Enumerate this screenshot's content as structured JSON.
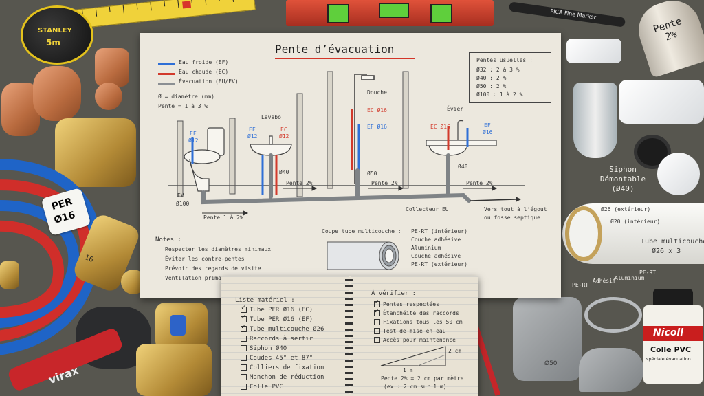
{
  "main_sheet": {
    "title": "Pente d’évacuation",
    "legend": [
      {
        "label": "Eau froide (EF)",
        "color": "#2f6fd6"
      },
      {
        "label": "Eau chaude (EC)",
        "color": "#d23a2c"
      },
      {
        "label": "Évacuation (EU/EV)",
        "color": "#8b8f93"
      }
    ],
    "legend_diameter": "Ø = diamètre (mm)",
    "legend_slope": "Pente = 1 à 3 %",
    "usual_slopes_title": "Pentes usuelles :",
    "usual_slopes": [
      "Ø32 : 2 à 3 %",
      "Ø40 : 2 %",
      "Ø50 : 2 %",
      "Ø100 : 1 à 2 %"
    ],
    "fixtures": {
      "lavabo": "Lavabo",
      "douche": "Douche",
      "evier": "Évier"
    },
    "labels": {
      "wc_ef": "EF",
      "wc_ef_d": "Ø12",
      "lav_ef": "EF",
      "lav_ef_d": "Ø12",
      "lav_ec": "EC",
      "lav_ec_d": "Ø12",
      "lav_drain": "Ø40",
      "dou_ec": "EC Ø16",
      "dou_ef": "EF Ø16",
      "dou_drain": "Ø50",
      "evi_ec": "EC Ø16",
      "evi_ef": "EF",
      "evi_ef_d": "Ø16",
      "evi_drain": "Ø40",
      "ev": "EV",
      "ev_d": "Ø100",
      "slope1": "Pente 1 à 2%",
      "slope2": "Pente 2%",
      "slope3": "Pente 2%",
      "slope4": "Pente 2%",
      "collector": "Collecteur EU",
      "sewer_1": "Vers tout à l’égout",
      "sewer_2": "ou fosse septique"
    },
    "notes_title": "Notes :",
    "notes": [
      "Respecter les diamètres minimaux",
      "Éviter les contre-pentes",
      "Prévoir des regards de visite",
      "Ventilation primaire si nécessaire"
    ],
    "section_title": "Coupe tube multicouche :",
    "section_layers": [
      "PE-RT (intérieur)",
      "Couche adhésive",
      "Aluminium",
      "Couche adhésive",
      "PE-RT (extérieur)"
    ]
  },
  "notebook": {
    "left_title": "Liste matériel :",
    "materials": [
      {
        "label": "Tube PER Ø16 (EC)",
        "checked": true
      },
      {
        "label": "Tube PER Ø16 (EF)",
        "checked": true
      },
      {
        "label": "Tube multicouche Ø26",
        "checked": true
      },
      {
        "label": "Raccords à sertir",
        "checked": false
      },
      {
        "label": "Siphon Ø40",
        "checked": false
      },
      {
        "label": "Coudes 45° et 87°",
        "checked": false
      },
      {
        "label": "Colliers de fixation",
        "checked": false
      },
      {
        "label": "Manchon de réduction",
        "checked": false
      },
      {
        "label": "Colle PVC",
        "checked": false
      }
    ],
    "right_title": "À vérifier :",
    "checks": [
      {
        "label": "Pentes respectées",
        "checked": true
      },
      {
        "label": "Étanchéité des raccords",
        "checked": true
      },
      {
        "label": "Fixations tous les 50 cm",
        "checked": false
      },
      {
        "label": "Test de mise en eau",
        "checked": false
      },
      {
        "label": "Accès pour maintenance",
        "checked": false
      }
    ],
    "triangle_label": "2 cm",
    "triangle_base": "1 m",
    "slope_formula": "Pente 2% = 2 cm par mètre",
    "slope_example": "(ex : 2 cm sur 1 m)"
  },
  "props": {
    "tape_brand": "STANLEY",
    "tape_size": "5m",
    "marker": "PICA Fine Marker",
    "can_label": "Pente 2%",
    "per_tag_1": "PER",
    "per_tag_2": "Ø16",
    "fitting_16": "16",
    "siphon_1": "Siphon",
    "siphon_2": "Démontable",
    "siphon_3": "(Ø40)",
    "multi_ext": "Ø26 (extérieur)",
    "multi_int": "Ø20 (intérieur)",
    "multi_title_1": "Tube multicouche",
    "multi_title_2": "Ø26 x 3",
    "multi_layers": [
      "PE-RT",
      "Adhésif",
      "Aluminium",
      "PE-RT"
    ],
    "y_fitting": "Ø50",
    "glue_brand": "Nicoll",
    "glue_1": "Colle PVC",
    "glue_2": "spéciale évacuation",
    "crimper": "virax"
  }
}
